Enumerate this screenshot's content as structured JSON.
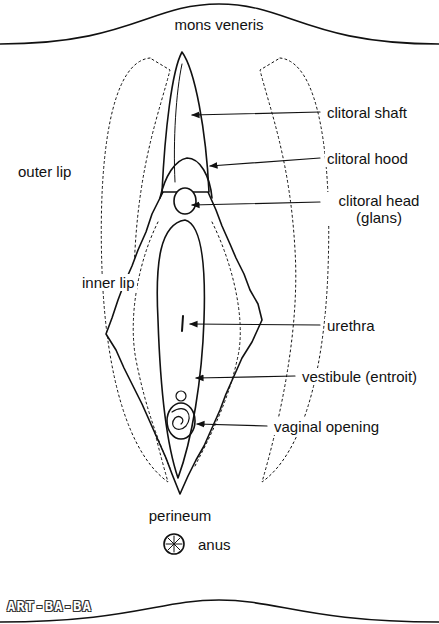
{
  "diagram": {
    "labels": [
      "mons veneris",
      "clitoral shaft",
      "outer lip",
      "clitoral hood",
      "clitoral head (glans)",
      "inner lip",
      "urethra",
      "vestibule (entroit)",
      "vaginal opening",
      "perineum",
      "anus",
      "ART-BA-BA"
    ]
  }
}
